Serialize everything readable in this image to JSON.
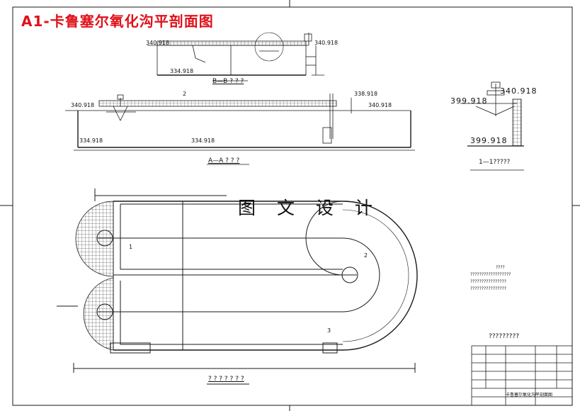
{
  "title": "A1-卡鲁塞尔氧化沟平剖面图",
  "watermark": "图 文 设 计",
  "section_bb": {
    "caption": "B—B ? ? ?",
    "elevations": [
      "340.918",
      "340.918",
      "334.918"
    ]
  },
  "section_aa": {
    "caption": "A—A ? ? ?",
    "elevations": [
      "340.918",
      "340.918",
      "338.918",
      "334.918",
      "334.918"
    ],
    "callout": "2"
  },
  "detail_1": {
    "caption": "1—1?????",
    "elevations": [
      "340.918",
      "399.918",
      "399.918"
    ]
  },
  "plan": {
    "caption": "? ? ? ? ? ? ?",
    "callouts": [
      "1",
      "2",
      "3"
    ]
  },
  "notes": {
    "heading": "????",
    "lines": [
      "??????????????????",
      "????????????????",
      "????????????????"
    ]
  },
  "legend_heading": "?????????",
  "title_block": {
    "drawing_name": "卡鲁塞尔氧化沟平剖面图"
  }
}
